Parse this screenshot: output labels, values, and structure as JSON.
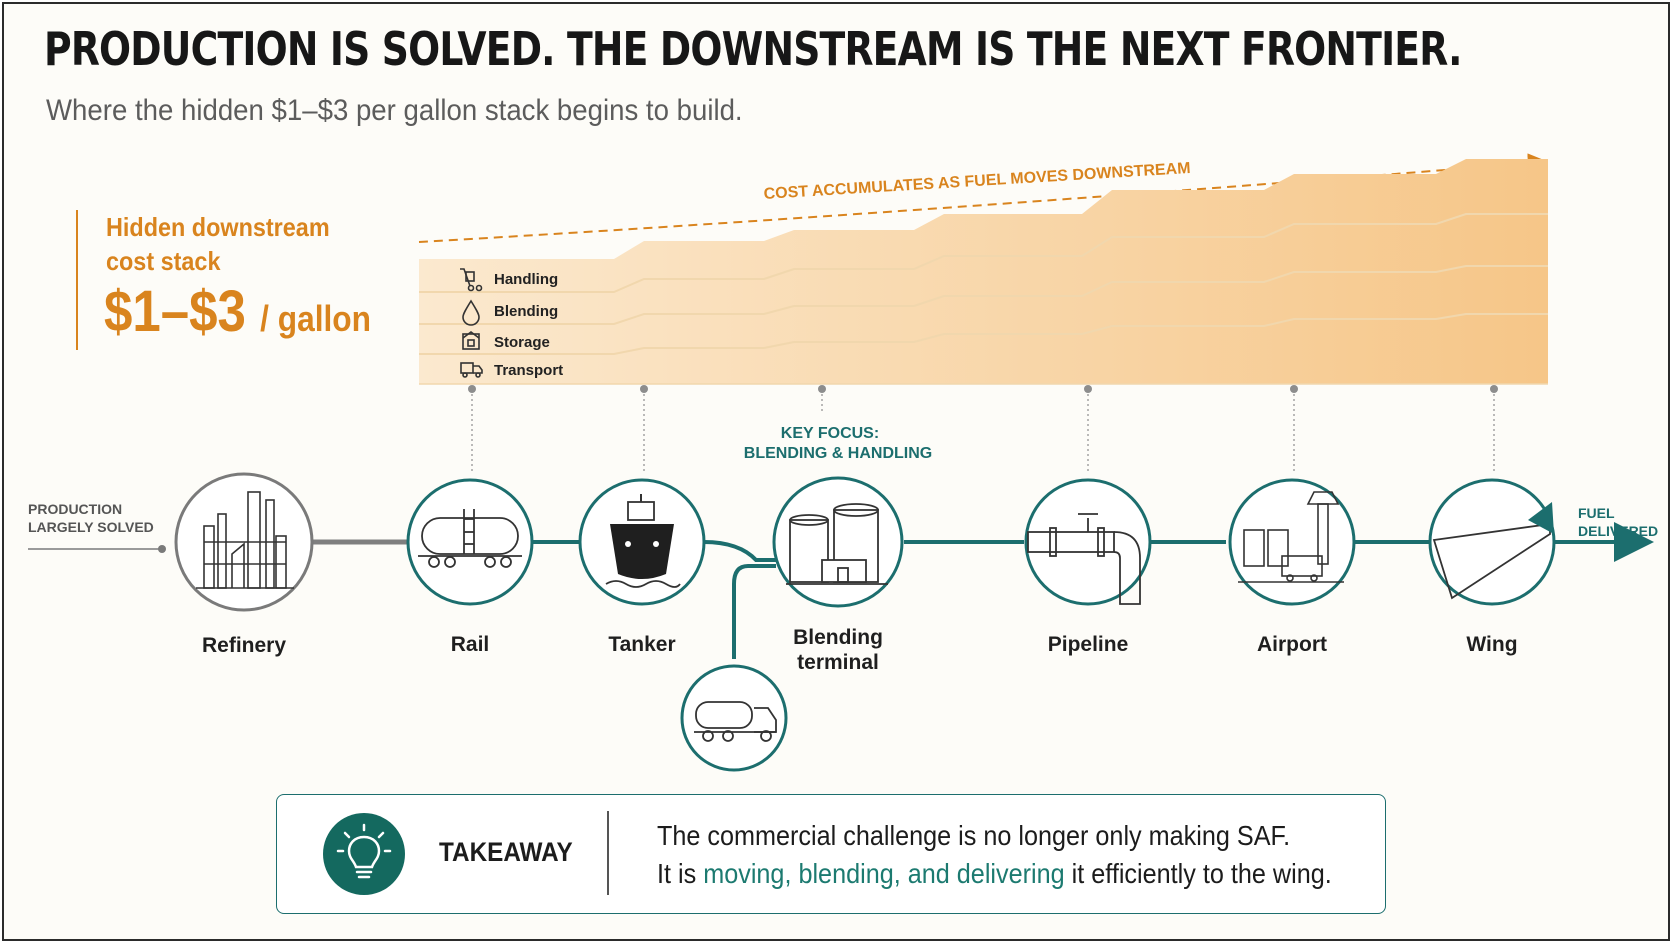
{
  "title": "PRODUCTION IS SOLVED. THE DOWNSTREAM IS THE NEXT FRONTIER.",
  "subtitle": "Where the hidden $1–$3 per gallon stack begins to build.",
  "callout": {
    "label_line1": "Hidden downstream",
    "label_line2": "cost stack",
    "value": "$1–$3",
    "unit": "/ gallon"
  },
  "cost_arrow_label": "COST ACCUMULATES AS FUEL MOVES DOWNSTREAM",
  "layers": [
    {
      "label": "Handling",
      "icon": "hand-truck-icon"
    },
    {
      "label": "Blending",
      "icon": "droplet-icon"
    },
    {
      "label": "Storage",
      "icon": "storage-icon"
    },
    {
      "label": "Transport",
      "icon": "truck-icon"
    }
  ],
  "start_label": {
    "line1": "PRODUCTION",
    "line2": "LARGELY SOLVED"
  },
  "end_label": {
    "line1": "FUEL",
    "line2": "DELIVERED"
  },
  "key_focus": {
    "line1": "KEY FOCUS:",
    "line2": "BLENDING & HANDLING"
  },
  "stages": [
    {
      "label": "Refinery",
      "icon": "refinery-icon"
    },
    {
      "label": "Rail",
      "icon": "rail-tank-car-icon"
    },
    {
      "label": "Tanker",
      "icon": "tanker-ship-icon"
    },
    {
      "label": "Blending",
      "label2": "terminal",
      "icon": "storage-tanks-icon"
    },
    {
      "label": "Pipeline",
      "icon": "pipeline-valve-icon"
    },
    {
      "label": "Airport",
      "icon": "airport-tower-icon"
    },
    {
      "label": "Wing",
      "icon": "aircraft-wing-icon"
    }
  ],
  "branch_icon": "tank-truck-icon",
  "takeaway": {
    "icon": "lightbulb-icon",
    "label": "TAKEAWAY",
    "line1": "The commercial challenge is no longer only making SAF.",
    "line2_pre": "It is ",
    "line2_hl": "moving, blending, and delivering",
    "line2_post": " it efficiently to the wing."
  },
  "colors": {
    "accent_orange": "#d9841e",
    "accent_teal": "#1c6e6e",
    "grey_line": "#7a7a7a"
  }
}
